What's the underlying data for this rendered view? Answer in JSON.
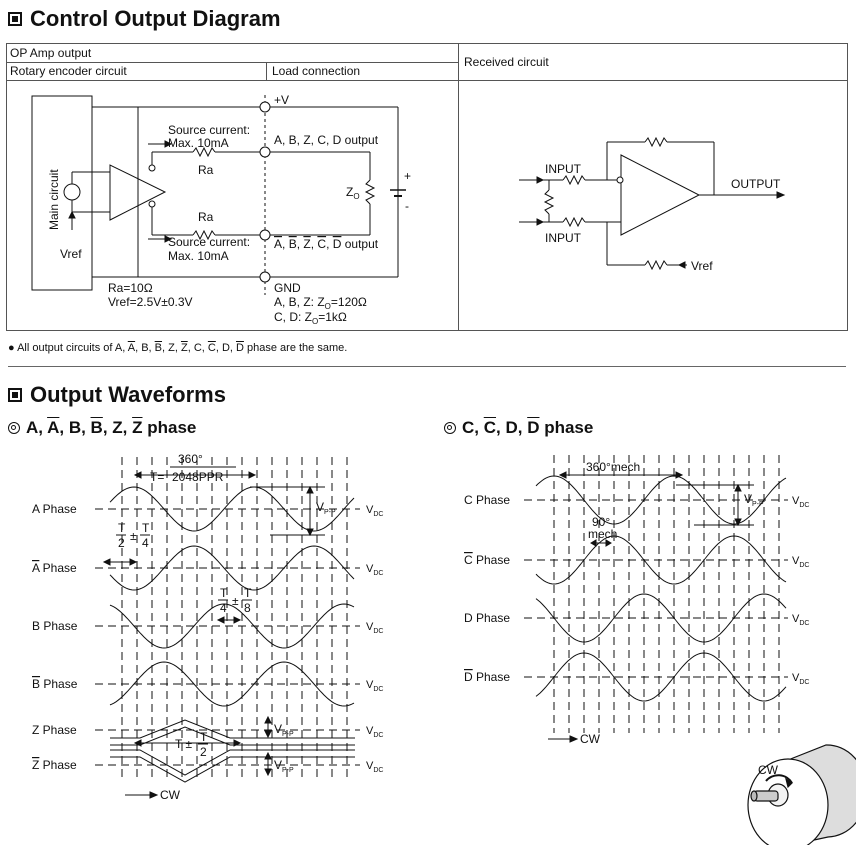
{
  "diagram": {
    "title": "Control Output Diagram",
    "table": {
      "op_amp_header": "OP Amp output",
      "rotary_header": "Rotary encoder circuit",
      "load_header": "Load connection",
      "received_header": "Received circuit"
    },
    "labels": {
      "main_circuit": "Main circuit",
      "vref": "Vref",
      "source_current": "Source current:",
      "max_10ma": "Max. 10mA",
      "ra": "Ra",
      "plus_v": "+V",
      "gnd": "GND",
      "zo": "Z",
      "zo_sub": "O",
      "plus": "+",
      "minus": "-",
      "out_abcd": "A, B, Z, C, D output",
      "out_bar_A": "A",
      "out_bar_B": "B",
      "out_bar_Z": "Z",
      "out_bar_C": "C",
      "out_bar_D": "D",
      "out_bar_sep": ", ",
      "out_bar_suffix": " output",
      "ra_value": "Ra=10Ω",
      "vref_value": "Vref=2.5V±0.3V",
      "imp_abz_prefix": "A, B, Z: Z",
      "imp_abz_suffix": "=120Ω",
      "imp_cd_prefix": "C, D: Z",
      "imp_cd_suffix": "=1kΩ",
      "input": "INPUT",
      "output": "OUTPUT",
      "vref_rc": "Vref"
    },
    "note_prefix": "● All output circuits of A, ",
    "note_bar_A": "A",
    "note_mid1": ", B, ",
    "note_bar_B": "B",
    "note_mid2": ", Z, ",
    "note_bar_Z": "Z",
    "note_mid3": ", C, ",
    "note_bar_C": "C",
    "note_mid4": ", D, ",
    "note_bar_D": "D",
    "note_suffix": " phase are the same."
  },
  "waveforms": {
    "title": "Output Waveforms",
    "left": {
      "heading_A": "A, ",
      "heading_barA": "A",
      "heading_B": ", B, ",
      "heading_barB": "B",
      "heading_Z": ", Z, ",
      "heading_barZ": "Z",
      "heading_suffix": " phase",
      "period_T": "T=",
      "period_num": "360°",
      "period_den": "2048PPR",
      "phases": [
        {
          "name": "A Phase",
          "bar": false
        },
        {
          "name": "A Phase",
          "bar": true
        },
        {
          "name": "B Phase",
          "bar": false
        },
        {
          "name": "B Phase",
          "bar": true
        },
        {
          "name": "Z Phase",
          "bar": false
        },
        {
          "name": "Z Phase",
          "bar": true
        }
      ],
      "vdc": "V",
      "vdc_sub": "DC",
      "vpp": "V",
      "vpp_sub": "P-P",
      "half_plus_quarter_T": "T",
      "n2": "2",
      "n4": "4",
      "pm": "±",
      "n8": "8",
      "t_pm": "T ±",
      "cw": "CW"
    },
    "right": {
      "heading_C": "C, ",
      "heading_barC": "C",
      "heading_D": ", D, ",
      "heading_barD": "D",
      "heading_suffix": " phase",
      "mech360": "360°mech",
      "mech90a": "90°",
      "mech90b": "mech",
      "phases": [
        {
          "name": "C Phase",
          "bar": false
        },
        {
          "name": "C Phase",
          "bar": true
        },
        {
          "name": "D Phase",
          "bar": false
        },
        {
          "name": "D Phase",
          "bar": true
        }
      ],
      "vdc": "V",
      "vdc_sub": "DC",
      "vpp": "V",
      "vpp_sub": "P-P",
      "cw": "CW",
      "encoder_cw": "CW"
    }
  }
}
